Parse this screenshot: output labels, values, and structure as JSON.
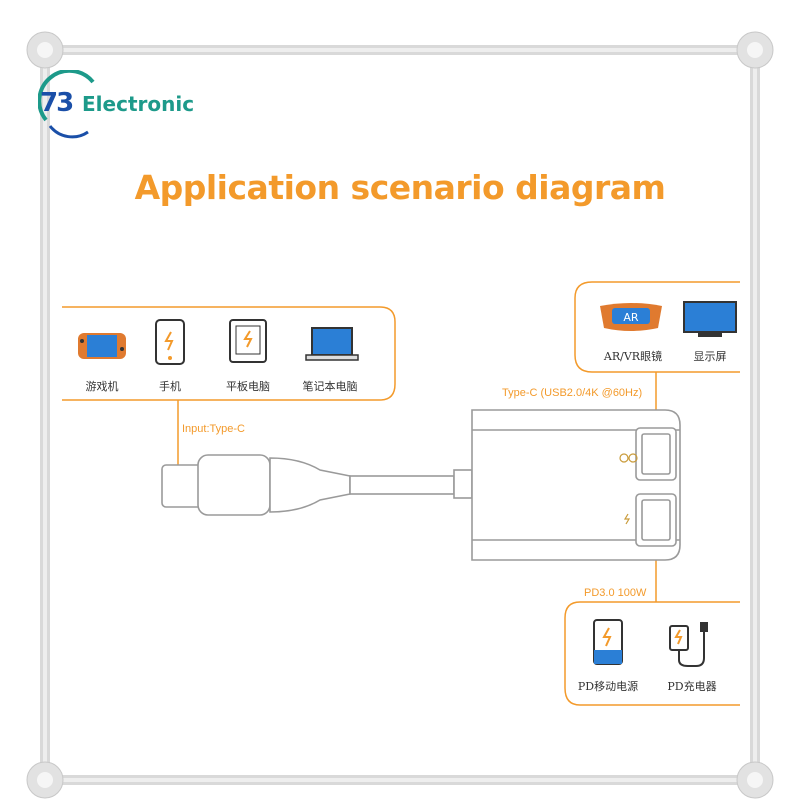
{
  "logo": {
    "number": "73",
    "text": "Electronic"
  },
  "title": "Application scenario diagram",
  "input_devices": [
    {
      "label": "游戏机",
      "icon": "game-console-icon"
    },
    {
      "label": "手机",
      "icon": "phone-icon"
    },
    {
      "label": "平板电脑",
      "icon": "tablet-icon"
    },
    {
      "label": "笔记本电脑",
      "icon": "laptop-icon"
    }
  ],
  "display_devices": [
    {
      "label": "AR/VR眼镜",
      "icon": "vr-glasses-icon",
      "badge": "AR"
    },
    {
      "label": "显示屏",
      "icon": "monitor-icon"
    }
  ],
  "power_devices": [
    {
      "label": "PD移动电源",
      "icon": "power-bank-icon"
    },
    {
      "label": "PD充电器",
      "icon": "charger-icon"
    }
  ],
  "port_labels": {
    "input": "Input:Type-C",
    "video": "Type-C (USB2.0/4K @60Hz)",
    "power": "PD3.0 100W"
  },
  "colors": {
    "accent": "#f39a2b",
    "blue": "#2b7fd6",
    "logo_teal": "#1d9a8a",
    "logo_blue": "#1a4fa8"
  }
}
